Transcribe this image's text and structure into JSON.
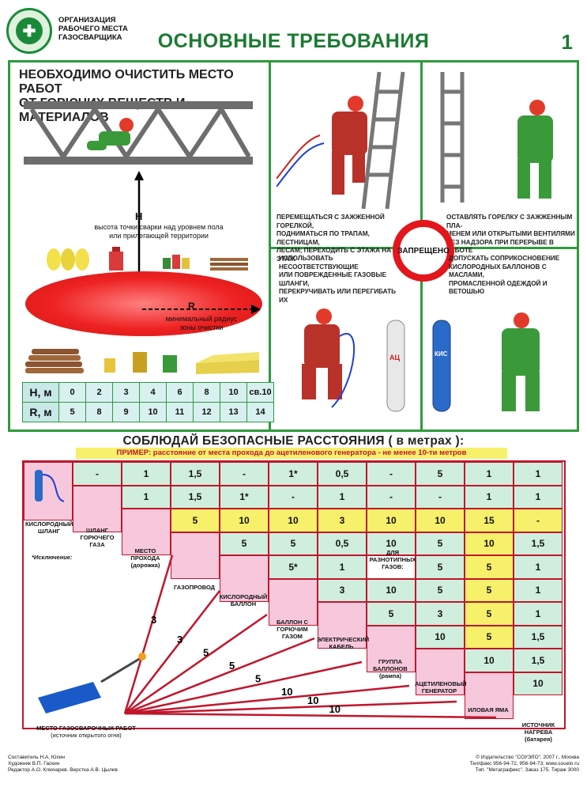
{
  "header": {
    "logo_glyph": "✚",
    "org_line1": "ОРГАНИЗАЦИЯ",
    "org_line2": "РАБОЧЕГО МЕСТА",
    "org_line3": "ГАЗОСВАРЩИКА",
    "title": "ОСНОВНЫЕ ТРЕБОВАНИЯ",
    "page_number": "1"
  },
  "panel_clean": {
    "title_line1": "НЕОБХОДИМО ОЧИСТИТЬ МЕСТО РАБОТ",
    "title_line2": "ОТ ГОРЮЧИХ ВЕЩЕСТВ И МАТЕРИАЛОВ",
    "h_letter": "H",
    "h_caption_line1": "высота точки сварки над уровнем пола",
    "h_caption_line2": "или прилегающей территории",
    "r_letter": "R",
    "r_caption_line1": "минимальный радиус",
    "r_caption_line2": "зоны очистки",
    "table": {
      "h_header": "H, м",
      "r_header": "R, м",
      "h_values": [
        "0",
        "2",
        "3",
        "4",
        "6",
        "8",
        "10",
        "св.10"
      ],
      "r_values": [
        "5",
        "8",
        "9",
        "10",
        "11",
        "12",
        "13",
        "14"
      ]
    }
  },
  "forbidden": {
    "sign_text": "ЗАПРЕЩЕНО",
    "item1": [
      "ПЕРЕМЕЩАТЬСЯ С ЗАЖЖЕННОЙ ГОРЕЛКОЙ,",
      "ПОДНИМАТЬСЯ ПО ТРАПАМ, ЛЕСТНИЦАМ,",
      "ЛЕСАМ; ПЕРЕХОДИТЬ С ЭТАЖА НА ЭТАЖ"
    ],
    "item2": [
      "ОСТАВЛЯТЬ ГОРЕЛКУ С ЗАЖЖЕННЫМ ПЛА-",
      "МЕНЕМ ИЛИ ОТКРЫТЫМИ ВЕНТИЛЯМИ",
      "БЕЗ НАДЗОРА ПРИ ПЕРЕРЫВЕ В РАБОТЕ"
    ],
    "item3": [
      "ИСПОЛЬЗОВАТЬ НЕСООТВЕТСТВУЮЩИЕ",
      "ИЛИ ПОВРЕЖДЕННЫЕ ГАЗОВЫЕ ШЛАНГИ,",
      "ПЕРЕКРУЧИВАТЬ ИЛИ ПЕРЕГИБАТЬ ИХ"
    ],
    "item4": [
      "ДОПУСКАТЬ СОПРИКОСНОВЕНИЕ",
      "КИСЛОРОДНЫХ БАЛЛОНОВ С МАСЛАМИ,",
      "ПРОМАСЛЕННОЙ ОДЕЖДОЙ И ВЕТОШЬЮ"
    ],
    "cyl_label_acet": "АЦ",
    "cyl_label_oxy": "КИС"
  },
  "distances": {
    "title": "СОБЛЮДАЙ БЕЗОПАСНЫЕ РАССТОЯНИЯ ( в метрах ):",
    "example_prefix": "ПРИМЕР:",
    "example_text": " расстояние от места прохода до ацетиленового генератора - не менее 10-ти метров",
    "exception": "*Исключение:",
    "diff_gases": "ДЛЯ РАЗНОТИПНЫХ ГАЗОВ:",
    "objects": {
      "oxygen_hose": "КИСЛОРОДНЫЙ ШЛАНГ",
      "fuel_hose": "ШЛАНГ ГОРЮЧЕГО ГАЗА",
      "walkway": "МЕСТО ПРОХОДА (дорожка)",
      "gas_pipe": "ГАЗОПРОВОД",
      "oxygen_cyl": "КИСЛОРОДНЫЙ БАЛЛОН",
      "fuel_cyl": "БАЛЛОН С ГОРЮЧИМ ГАЗОМ",
      "cable": "ЭЛЕКТРИЧЕСКИЙ КАБЕЛЬ",
      "cyl_group": "ГРУППА БАЛЛОНОВ (рампа)",
      "acet_gen": "АЦЕТИЛЕНОВЫЙ ГЕНЕРАТОР",
      "silt_pit": "ИЛОВАЯ ЯМА",
      "heat_src": "ИСТОЧНИК НАГРЕВА (батарея)",
      "weld_place_line1": "МЕСТО ГАЗОСВАРОЧНЫХ РАБОТ",
      "weld_place_line2": "(источник открытого огня)"
    },
    "rows": [
      [
        "-",
        "1",
        "1,5",
        "-",
        "1*",
        "0,5",
        "-",
        "5",
        "1",
        "1"
      ],
      [
        "1",
        "1,5",
        "1*",
        "-",
        "1",
        "-",
        "-",
        "1",
        "1"
      ],
      [
        "5",
        "10",
        "10",
        "3",
        "10",
        "10",
        "15",
        "-"
      ],
      [
        "5",
        "5",
        "0,5",
        "10",
        "5",
        "10",
        "1,5"
      ],
      [
        "5*",
        "1",
        "",
        "5",
        "5",
        "1"
      ],
      [
        "3",
        "10",
        "5",
        "5",
        "1"
      ],
      [
        "5",
        "3",
        "5",
        "1"
      ],
      [
        "10",
        "5",
        "1,5"
      ],
      [
        "10",
        "1,5"
      ],
      [
        "10"
      ]
    ],
    "arrow_values": [
      "3",
      "3",
      "5",
      "5",
      "5",
      "10",
      "10",
      "10"
    ]
  },
  "footer": {
    "left1": "Составитель Н.А. Юхин",
    "left2": "Художник В.П. Гаскин",
    "left3": "Редактор А.О. Ключарев. Верстка А.В. Цылев",
    "right1": "© Издательство \"СОУЭЛО\", 2007 г., Москва",
    "right2": "Тел/факс 956-94-72, 956-94-73; www.souelo.ru",
    "right3": "Тип. \"Метаграфикс\". Заказ 175. Тираж 3000"
  },
  "colors": {
    "green": "#2e9a3e",
    "red": "#c0162c",
    "yellow": "#f7f06a",
    "teal": "#cfeedd",
    "pink": "#f7c8dc"
  }
}
